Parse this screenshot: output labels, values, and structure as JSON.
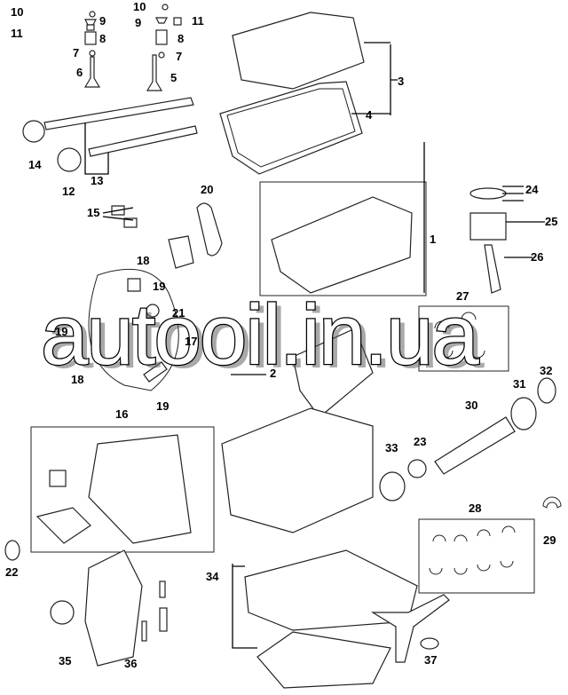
{
  "watermark": "autooil.in.ua",
  "callouts": {
    "c1": "1",
    "c2": "2",
    "c3": "3",
    "c4": "4",
    "c5": "5",
    "c6": "6",
    "c7a": "7",
    "c7b": "7",
    "c8a": "8",
    "c8b": "8",
    "c9a": "9",
    "c9b": "9",
    "c10a": "10",
    "c10b": "10",
    "c11a": "11",
    "c11b": "11",
    "c12": "12",
    "c13": "13",
    "c14": "14",
    "c15": "15",
    "c16": "16",
    "c17": "17",
    "c18a": "18",
    "c18b": "18",
    "c19a": "19",
    "c19b": "19",
    "c19c": "19",
    "c20": "20",
    "c21": "21",
    "c22": "22",
    "c23": "23",
    "c24": "24",
    "c25": "25",
    "c26": "26",
    "c27": "27",
    "c28": "28",
    "c29": "29",
    "c30": "30",
    "c31": "31",
    "c32": "32",
    "c33": "33",
    "c34": "34",
    "c35": "35",
    "c36": "36",
    "c37": "37"
  }
}
